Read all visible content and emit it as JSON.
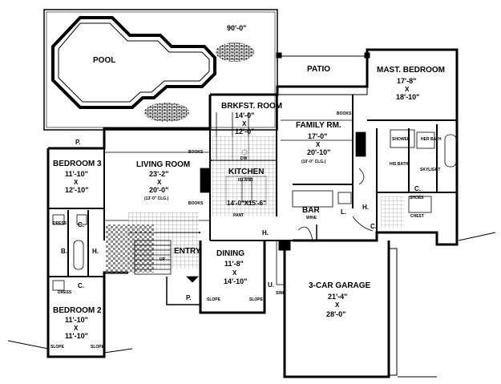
{
  "plan": {
    "pool": {
      "label": "POOL"
    },
    "pool_dim": "90'-0\"",
    "patio": "PATIO",
    "mast_bedroom": {
      "name": "MAST. BEDROOM",
      "w": "17'-8\"",
      "x": "X",
      "l": "18'-10\""
    },
    "brkfst": {
      "name": "BRKFST. ROOM",
      "w": "14'-0\"",
      "x": "X",
      "l": "12'-0\""
    },
    "family": {
      "name": "FAMILY RM.",
      "w": "17'-0\"",
      "x": "X",
      "l": "20'-10\"",
      "note": "(10'-0\" CLG.)"
    },
    "living": {
      "name": "LIVING ROOM",
      "w": "23'-2\"",
      "x": "X",
      "l": "20'-0\"",
      "note": "(13'-0\" CLG.)"
    },
    "kitchen": {
      "name": "KITCHEN",
      "island": "ISLAND",
      "dim": "14'-0\"X15'-6\"",
      "dw": "DW",
      "pant": "PANT"
    },
    "bedroom3": {
      "name": "BEDROOM 3",
      "w": "11'-10\"",
      "x": "X",
      "l": "12'-10\""
    },
    "bedroom2": {
      "name": "BEDROOM 2",
      "w": "11'-10\"",
      "x": "X",
      "l": "11'-10\""
    },
    "dining": {
      "name": "DINING",
      "w": "11'-8\"",
      "x": "X",
      "l": "14'-10\""
    },
    "garage": {
      "name": "3-CAR GARAGE",
      "w": "21'-4\"",
      "x": "X",
      "l": "28'-0\""
    },
    "entry": "ENTRY",
    "bar": "BAR",
    "wine": "WINE",
    "books": "BOOKS",
    "p": "P.",
    "c": "C.",
    "h": "H.",
    "b": "B.",
    "l": "L.",
    "u": "U.",
    "up": "UP",
    "dress": "DRESS",
    "slope": "SLOPE",
    "sink": "SINK",
    "shower": "SHOWER",
    "her_bath": "HER BATH",
    "his_bath": "HIS BATH",
    "skylight": "SKYLIGHT",
    "shoes": "SHOES",
    "chest": "CHEST"
  }
}
